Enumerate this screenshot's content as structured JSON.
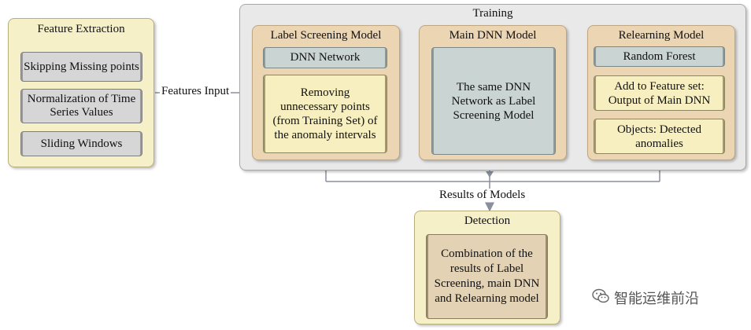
{
  "feature_extraction": {
    "title": "Feature Extraction",
    "items": [
      "Skipping Missing points",
      "Normalization of Time Series Values",
      "Sliding Windows"
    ]
  },
  "training": {
    "title": "Training",
    "label_screening": {
      "title": "Label Screening Model",
      "network": "DNN Network",
      "description": "Removing unnecessary points (from Training Set) of the anomaly intervals"
    },
    "main_dnn": {
      "title": "Main DNN Model",
      "description": "The same DNN Network as Label Screening Model"
    },
    "relearning": {
      "title": "Relearning Model",
      "forest": "Random Forest",
      "feature_set": "Add to Feature set: Output of Main DNN",
      "objects": "Objects: Detected anomalies"
    }
  },
  "connectors": {
    "features_input": "Features Input",
    "results_of_models": "Results of Models"
  },
  "detection": {
    "title": "Detection",
    "description": "Combination of the results of Label Screening, main DNN and Relearning model"
  },
  "watermark": "智能运维前沿"
}
